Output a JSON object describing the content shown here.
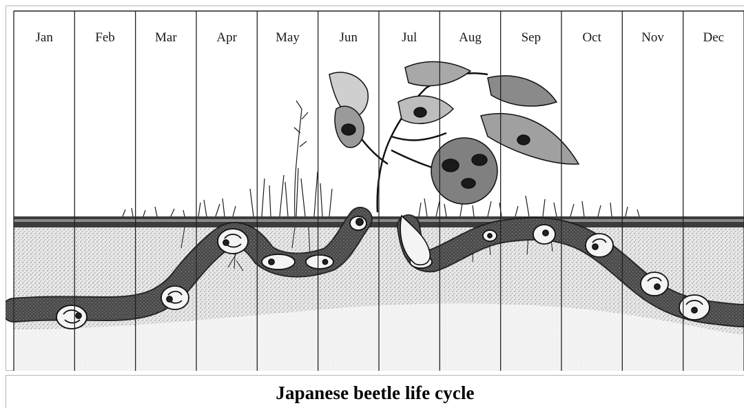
{
  "diagram": {
    "months": [
      "Jan",
      "Feb",
      "Mar",
      "Apr",
      "May",
      "Jun",
      "Jul",
      "Aug",
      "Sep",
      "Oct",
      "Nov",
      "Dec"
    ],
    "stages": {
      "grub_winter": [
        "Jan",
        "Feb",
        "Mar",
        "Apr"
      ],
      "pupa": [
        "May",
        "Jun"
      ],
      "adult_beetle": [
        "Jun",
        "Jul",
        "Aug",
        "Sep"
      ],
      "egg_and_young_grub": [
        "Jul",
        "Aug"
      ],
      "grub_descend": [
        "Sep",
        "Oct",
        "Nov",
        "Dec"
      ]
    }
  },
  "caption": "Japanese beetle life cycle",
  "colors": {
    "ink": "#111111",
    "soil": "#d9d9d9",
    "burrow": "#5a5a5a",
    "border": "#b5b5b5"
  }
}
